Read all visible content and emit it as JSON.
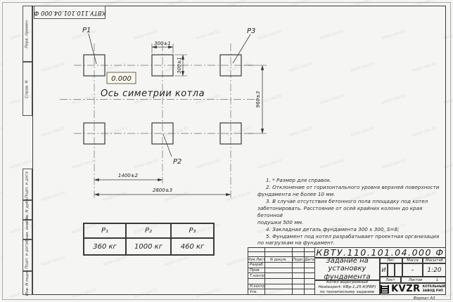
{
  "page": {
    "watermark_text": "kotel-zav.kz",
    "format_note": "Формат А3"
  },
  "stamp": {
    "top_left_doc_number": "КВТУ.110.101.04.000  Ф"
  },
  "sidebar": {
    "labels": [
      "Перв. примен.",
      "Справ. N",
      "Подп. и дата",
      "Инв. N дубл.",
      "Взам. инв. N",
      "Подп. и дата",
      "Инв. N подл."
    ]
  },
  "drawing": {
    "pad_labels": {
      "p1": "P1",
      "p2": "P2",
      "p3": "P3"
    },
    "level_mark": "0.000",
    "axis_label": "Ось симетрии котла",
    "dims": {
      "pad_width": "300±1",
      "pad_height": "300±1",
      "row_pitch": "960±3",
      "col_pitch": "1400±2",
      "overall": "2800±3"
    }
  },
  "load_table": {
    "headers": [
      "P₁",
      "P₂",
      "P₃"
    ],
    "values": [
      "360 кг",
      "1000 кг",
      "460 кг"
    ]
  },
  "notes": [
    "1. * Размер для справок.",
    "2. Отклонение от горизонтального уровня верхней поверхности\nфундамента не более 10 мм.",
    "3. В случае отсутствия бетонного пола площадку под котел\nзабетонировать. Расстояние от осей крайних колонн до края бетонной\nподушки 500 мм.",
    "4. Закладная деталь фундамента  300 х 300, S=8;",
    "5. Фундамент под котел разрабатывает проектная организация\nпо нагрузкам на фундамент."
  ],
  "title_block": {
    "doc_number": "КВТУ.110.101.04.000  Ф",
    "title": "Задание на установку фундамента",
    "product_lines": [
      "Котел водогрейный",
      "Heatexpert- КВр-1,25-К(РВР)",
      "по техническому заданию"
    ],
    "rev_header": {
      "izm": "Изм.Лист",
      "doc": "N докум.",
      "sign": "Подп.",
      "date": "Дата"
    },
    "role_rows": [
      "Разраб.",
      "Пров.",
      "Т.контр",
      "",
      "Н.контр",
      "Утв."
    ],
    "lit_label": "Лит.",
    "mass_label": "Масса",
    "scale_label": "Масштаб",
    "lit_value": "И",
    "mass_value": "–",
    "scale_value": "1:20",
    "sheet_label": "Лист",
    "sheets_label": "Листов",
    "sheets_value": "1",
    "logo": {
      "text": "KVZR",
      "sub1": "КОТЕЛЬНЫЙ",
      "sub2": "ЗАВОД РЭП"
    }
  }
}
